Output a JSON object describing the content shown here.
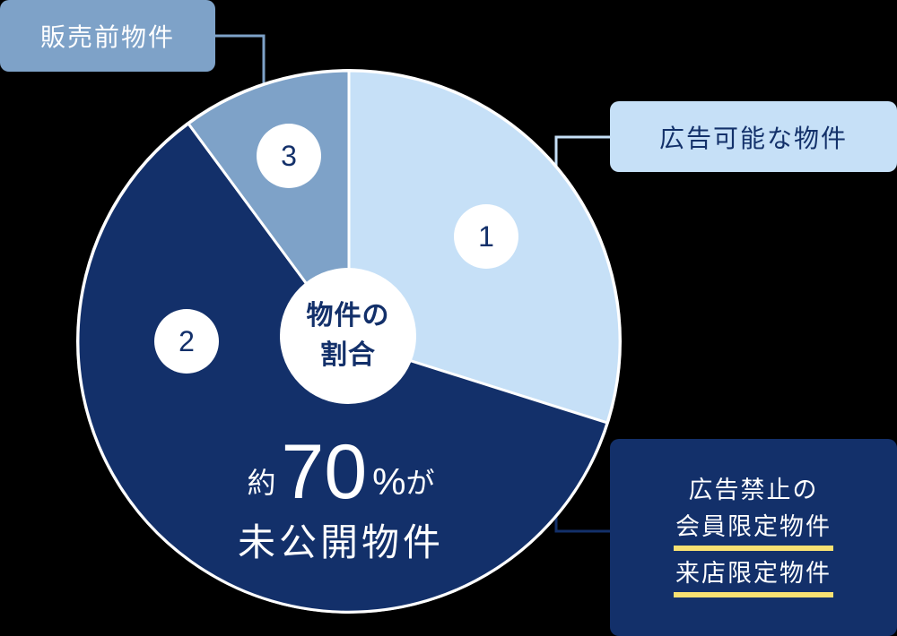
{
  "chart_data": {
    "type": "pie",
    "title": "物件の割合",
    "slices": [
      {
        "index": "1",
        "label": "広告可能な物件",
        "value": 30,
        "color": "#c6e0f7"
      },
      {
        "index": "2",
        "label": "広告禁止の会員限定物件・来店限定物件",
        "value": 60,
        "color": "#13306a"
      },
      {
        "index": "3",
        "label": "販売前物件",
        "value": 10,
        "color": "#7ea2c8"
      }
    ],
    "annotation": "約70%が未公開物件",
    "legend_position": "callout boxes"
  },
  "center": {
    "line1": "物件の",
    "line2": "割合"
  },
  "badges": {
    "one": "1",
    "two": "2",
    "three": "3"
  },
  "headline": {
    "prefix": "約",
    "number": "70",
    "percent": "%",
    "suffix": "が",
    "line2": "未公開物件"
  },
  "callouts": {
    "pre_sale": "販売前物件",
    "advertisable": "広告可能な物件",
    "restricted": {
      "line1": "広告禁止の",
      "line2": "会員限定物件",
      "line3": "来店限定物件"
    }
  },
  "colors": {
    "navy": "#13306a",
    "mid_blue": "#7ea2c8",
    "light_blue": "#c6e0f7",
    "highlight_yellow": "#f8e172",
    "background": "#000000"
  }
}
